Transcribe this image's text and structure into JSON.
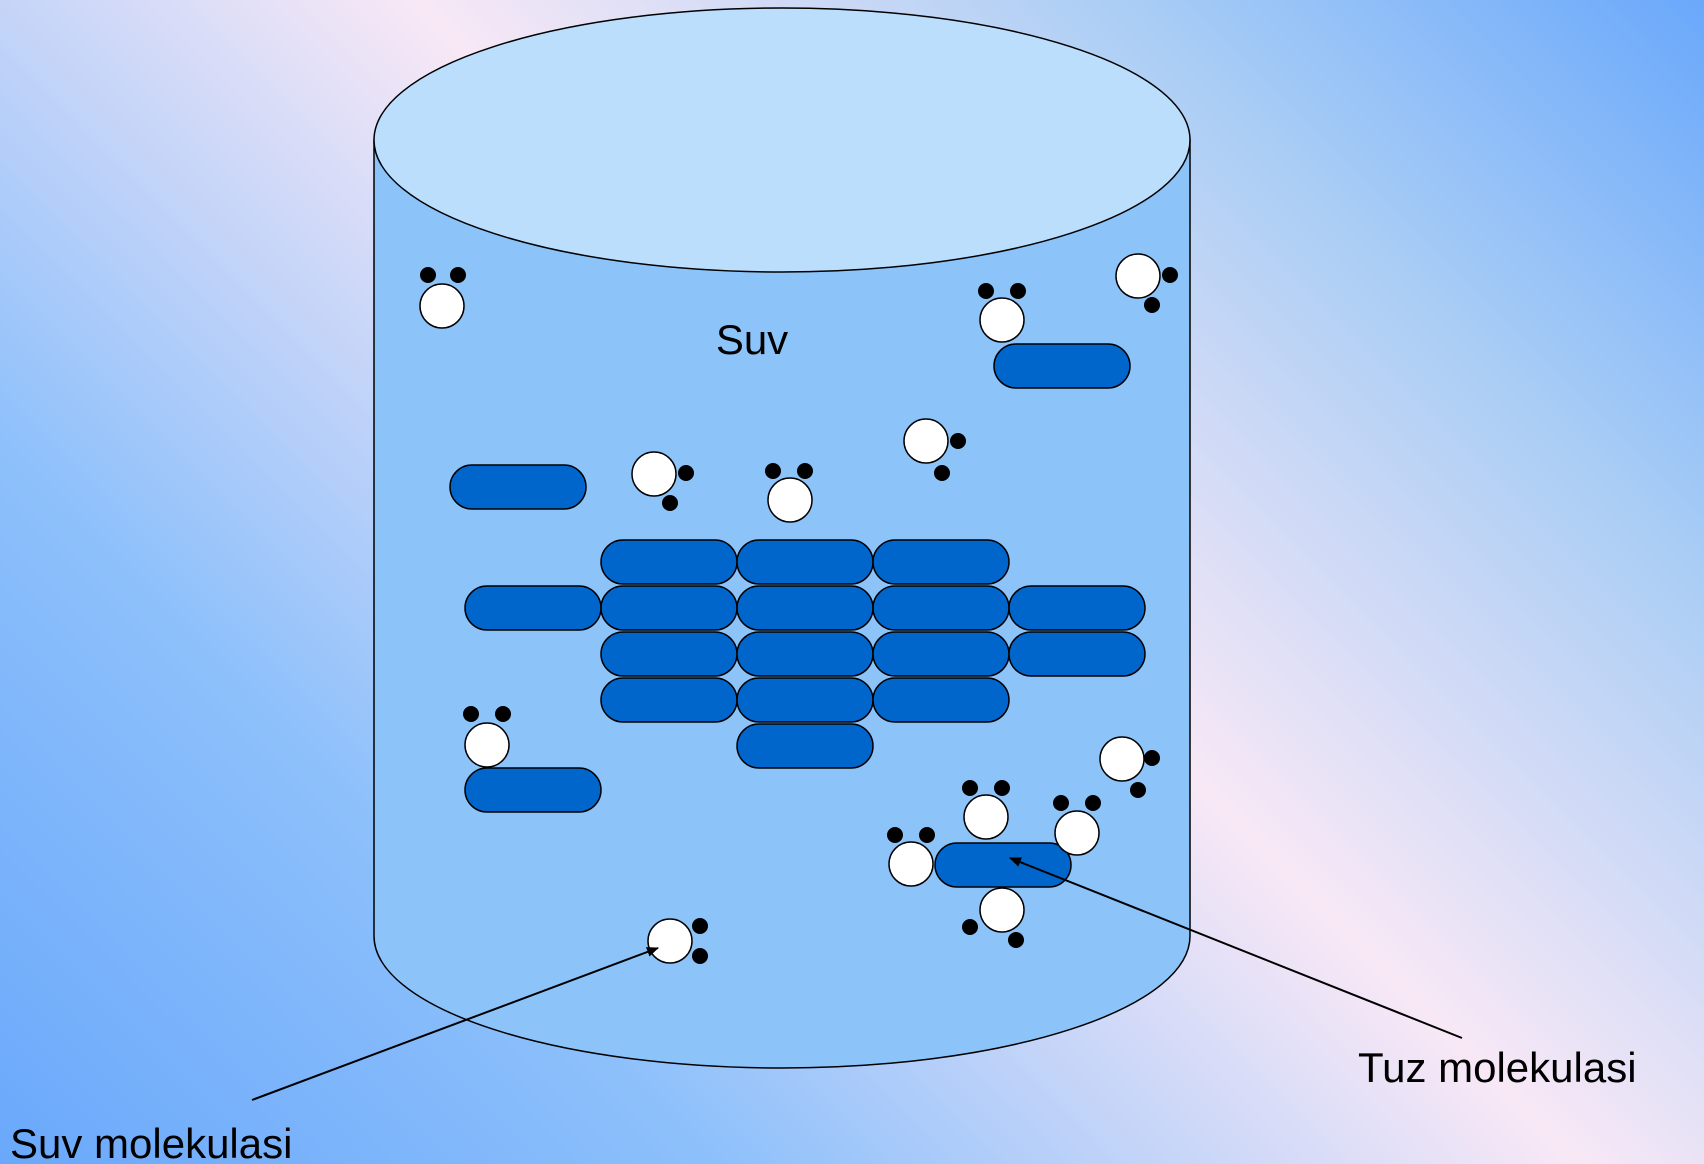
{
  "labels": {
    "container": "Suv",
    "water_molecule": "Suv molekulasi",
    "salt_molecule": "Tuz  molekulasi"
  },
  "colors": {
    "container_body": "#8cc4fa",
    "container_top": "#bcdefd",
    "salt_fill": "#0066cc",
    "water_fill": "#ffffff",
    "hydrogen_fill": "#000000",
    "outline": "#000000"
  },
  "icons": {
    "salt": "salt-molecule-capsule",
    "water": "water-molecule-oxygen-with-two-hydrogens"
  }
}
